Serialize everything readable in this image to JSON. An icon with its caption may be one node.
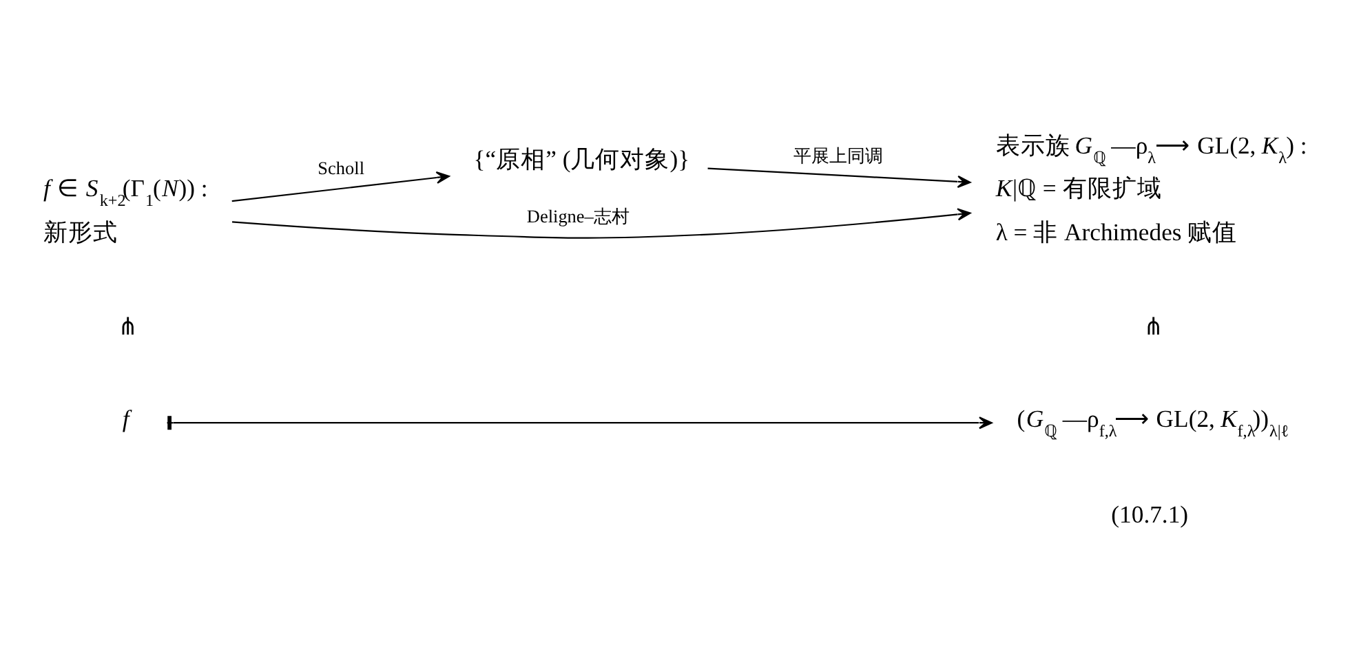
{
  "diagram": {
    "nodes": [
      {
        "text": [
          "*f* ∈ *S*$_{k+2}$(Γ$_{1}$(*N*)) :",
          "新形式"
        ]
      },
      {
        "text": [
          "{“原相” (几何对象)}"
        ]
      },
      {
        "text": [
          "表示族 *G*$_{ℚ}$ —ρ$_{λ}$⟶ GL(2, *K*$_{λ}$) :",
          "*K*|ℚ = 有限扩域",
          "λ = 非 Archimedes 赋值"
        ]
      },
      {
        "text": [
          "*f*"
        ]
      },
      {
        "text": [
          "(*G*$_{ℚ}$ —ρ$_{f,λ}$⟶ GL(2, *K*$_{f,λ}$))$_{λ|ℓ}$"
        ]
      }
    ],
    "edges": [
      {
        "from": 0,
        "to": 1,
        "arrow": "to",
        "label": "Scholl"
      },
      {
        "from": 1,
        "to": 2,
        "arrow": "to",
        "label": "平展上同调"
      },
      {
        "from": 0,
        "to": 2,
        "arrow": "to",
        "label": "Deligne–志村"
      },
      {
        "from": 3,
        "to": 4,
        "arrow": "to"
      }
    ],
    "labels": [
      "⋔",
      "⋔",
      "(10.7.1)"
    ]
  }
}
